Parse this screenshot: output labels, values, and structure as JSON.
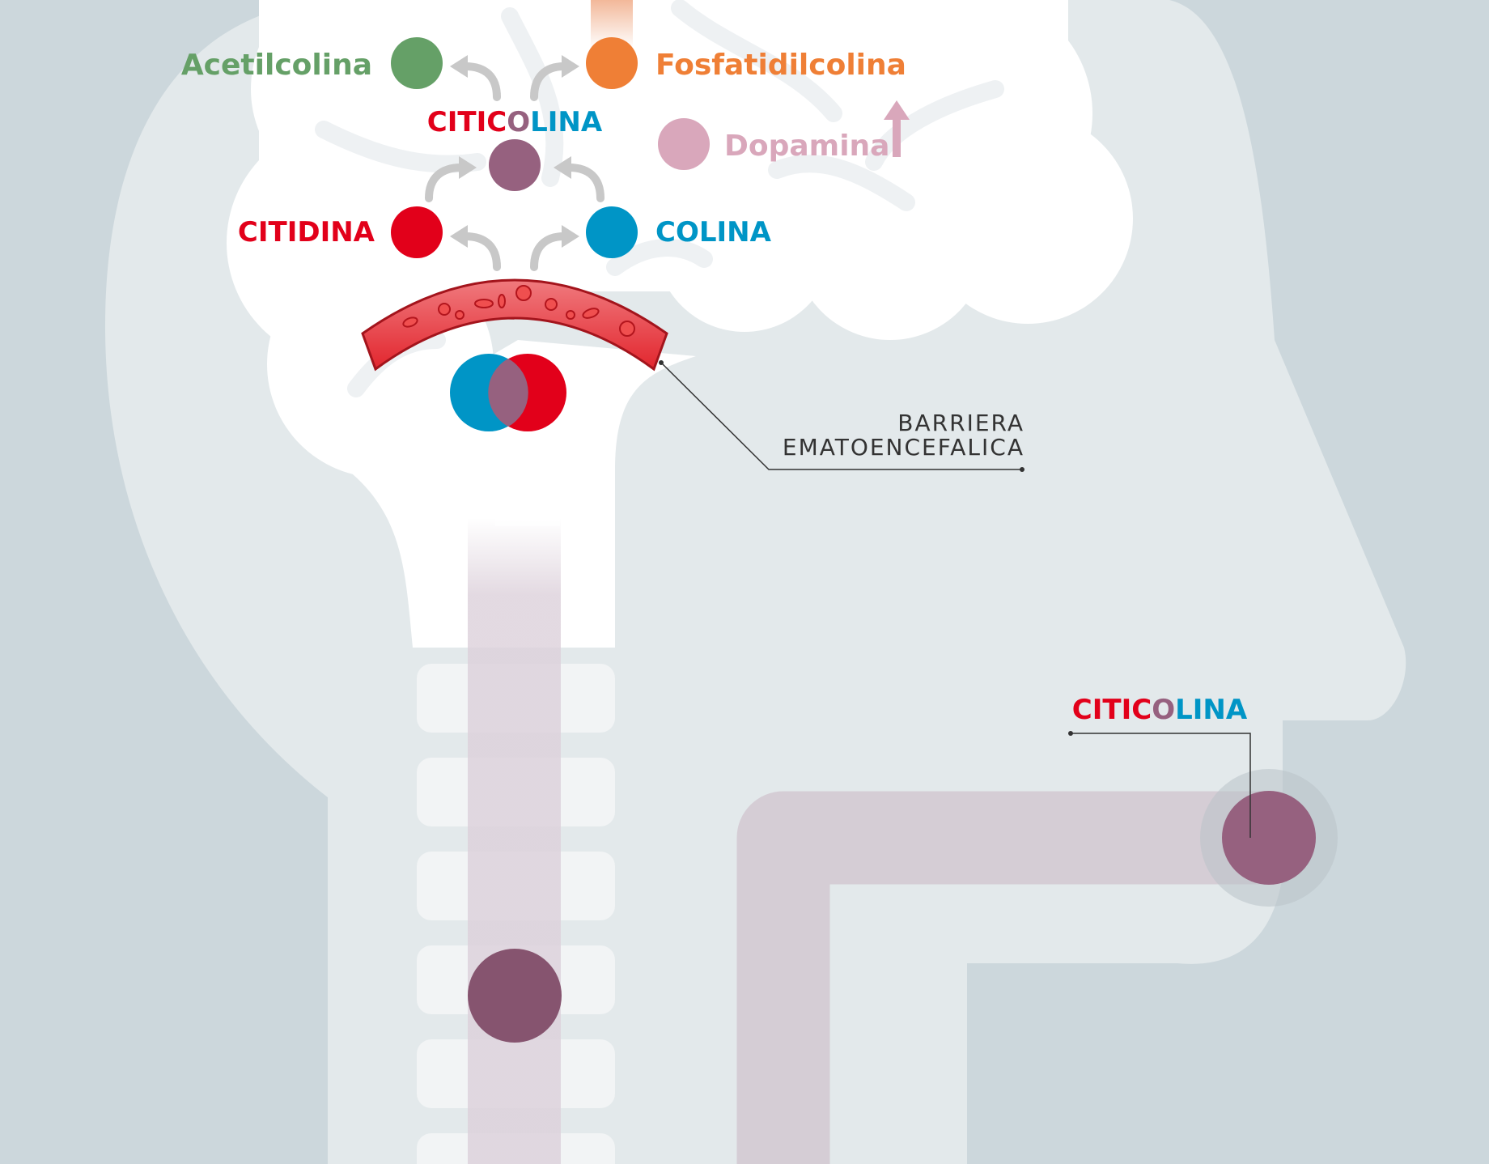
{
  "colors": {
    "background": "#ccd7dc",
    "head": "#e3e9eb",
    "brain": "#ffffff",
    "citicolina": "#96617f",
    "citidina": "#e2001a",
    "colina": "#0095c6",
    "acetilcolina": "#65a067",
    "fosfatidilcolina": "#ef7f36",
    "dopamina": "#d9a7bb",
    "blood_vessel": "#e8353d",
    "arrow": "#c8c8c8",
    "pathway": "#d5cdd5"
  },
  "labels": {
    "acetilcolina": "Acetilcolina",
    "fosfatidilcolina": "Fosfatidilcolina",
    "dopamina": "Dopamina",
    "citidina": "CITIDINA",
    "colina": "COLINA",
    "citicolina_brain": {
      "part1": "CITIC",
      "part2": "O",
      "part3": "LINA"
    },
    "citicolina_mouth": {
      "part1": "CITIC",
      "part2": "O",
      "part3": "LINA"
    },
    "barrier_line1": "BARRIERA",
    "barrier_line2": "EMATOENCEFALICA"
  },
  "icons": {
    "dopamina_trend": "arrow-up-icon",
    "flow_arrows": "curved-arrow-icon"
  }
}
